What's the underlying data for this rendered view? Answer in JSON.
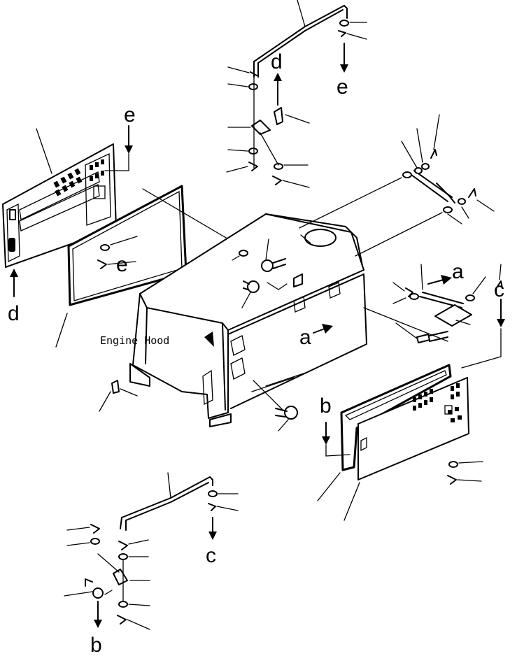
{
  "diagram": {
    "component_label": "Engine Hood",
    "callouts": {
      "a": "a",
      "b": "b",
      "c": "c",
      "d": "d",
      "e": "e"
    }
  }
}
